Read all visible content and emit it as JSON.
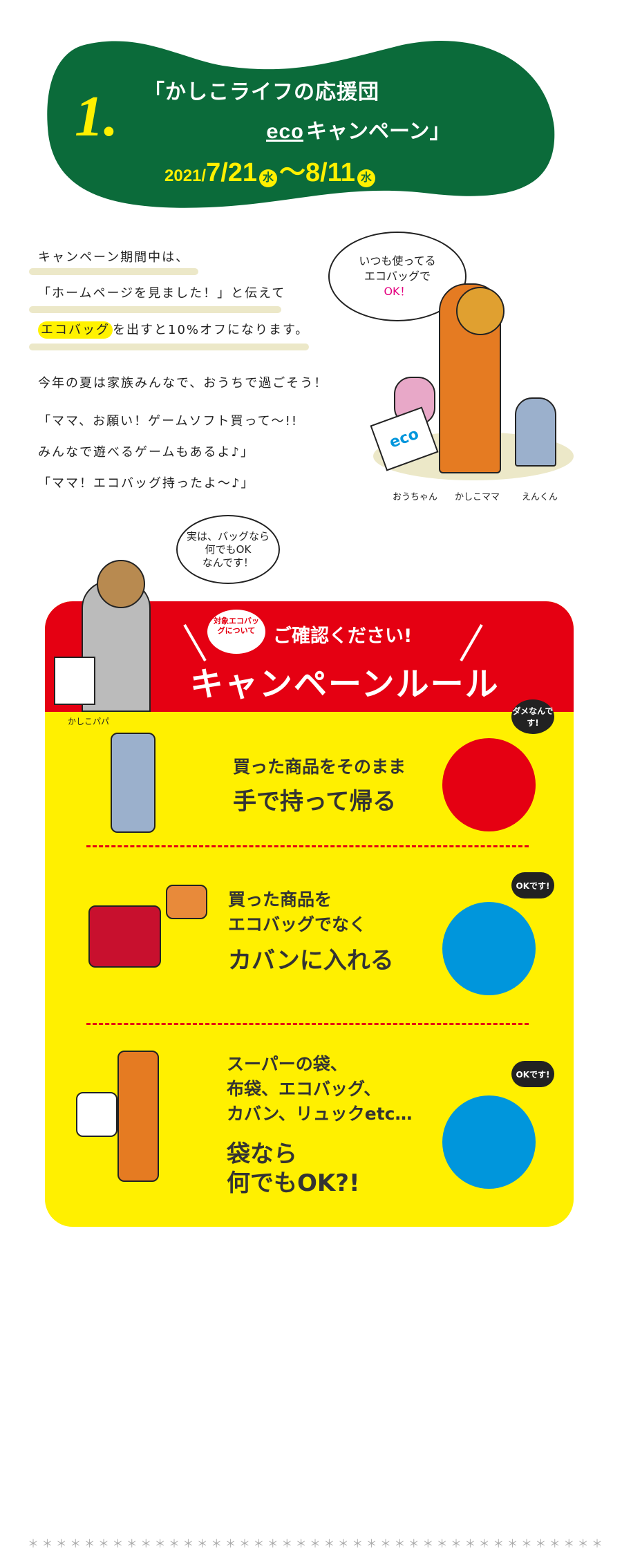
{
  "header": {
    "number": "1.",
    "title_line1": "「かしこライフの応援団",
    "title_eco": "eco",
    "title_line2": "キャンペーン」",
    "date_year": "2021/",
    "date_start": "7/21",
    "date_start_day": "水",
    "date_sep": "〜",
    "date_end": "8/11",
    "date_end_day": "水",
    "bg_color": "#0b6b3a",
    "accent_color": "#fff000"
  },
  "intro": {
    "line1": "キャンペーン期間中は、",
    "line2": "「ホームページを見ました！」と伝えて",
    "line3_mark": "エコバッグ",
    "line3_rest": "を出すと10%オフになります。",
    "line4": "今年の夏は家族みんなで、おうちで過ごそう！",
    "line5": "「ママ、お願い！ゲームソフト買って〜!!",
    "line6": "みんなで遊べるゲームもあるよ♪」",
    "line7": "「ママ！エコバッグ持ったよ〜♪」"
  },
  "family": {
    "bubble_line1": "いつも使ってる",
    "bubble_line2": "エコバッグで",
    "bubble_line3": "OK！",
    "bag_label": "eco",
    "names": [
      "おうちゃん",
      "かしこママ",
      "えんくん"
    ]
  },
  "papa": {
    "bubble_line1": "実は、バッグなら",
    "bubble_line2": "何でもOK",
    "bubble_line3": "なんです！",
    "name": "かしこパパ"
  },
  "rules": {
    "tag": "対象エコバッグについて",
    "confirm": "ご確認ください!",
    "title": "キャンペーンルール",
    "header_color": "#e50012",
    "box_color": "#fff000",
    "items": [
      {
        "small": [
          "買った商品をそのまま"
        ],
        "large": [
          "手で持って帰る"
        ],
        "badge": "ダメなんです!",
        "circle_color": "#e50012"
      },
      {
        "small": [
          "買った商品を",
          "エコバッグでなく"
        ],
        "large": [
          "カバンに入れる"
        ],
        "badge": "OKです!",
        "circle_color": "#0096dc"
      },
      {
        "small": [
          "スーパーの袋、",
          "布袋、エコバッグ、",
          "カバン、リュックetc…"
        ],
        "large": [
          "袋なら",
          "何でもOK?!"
        ],
        "badge": "OKです!",
        "circle_color": "#0096dc"
      }
    ]
  },
  "footer": {
    "divider": "＊＊＊＊＊＊＊＊＊＊＊＊＊＊＊＊＊＊＊＊＊＊＊＊＊＊＊＊＊＊＊＊＊＊＊＊＊＊＊＊＊"
  }
}
